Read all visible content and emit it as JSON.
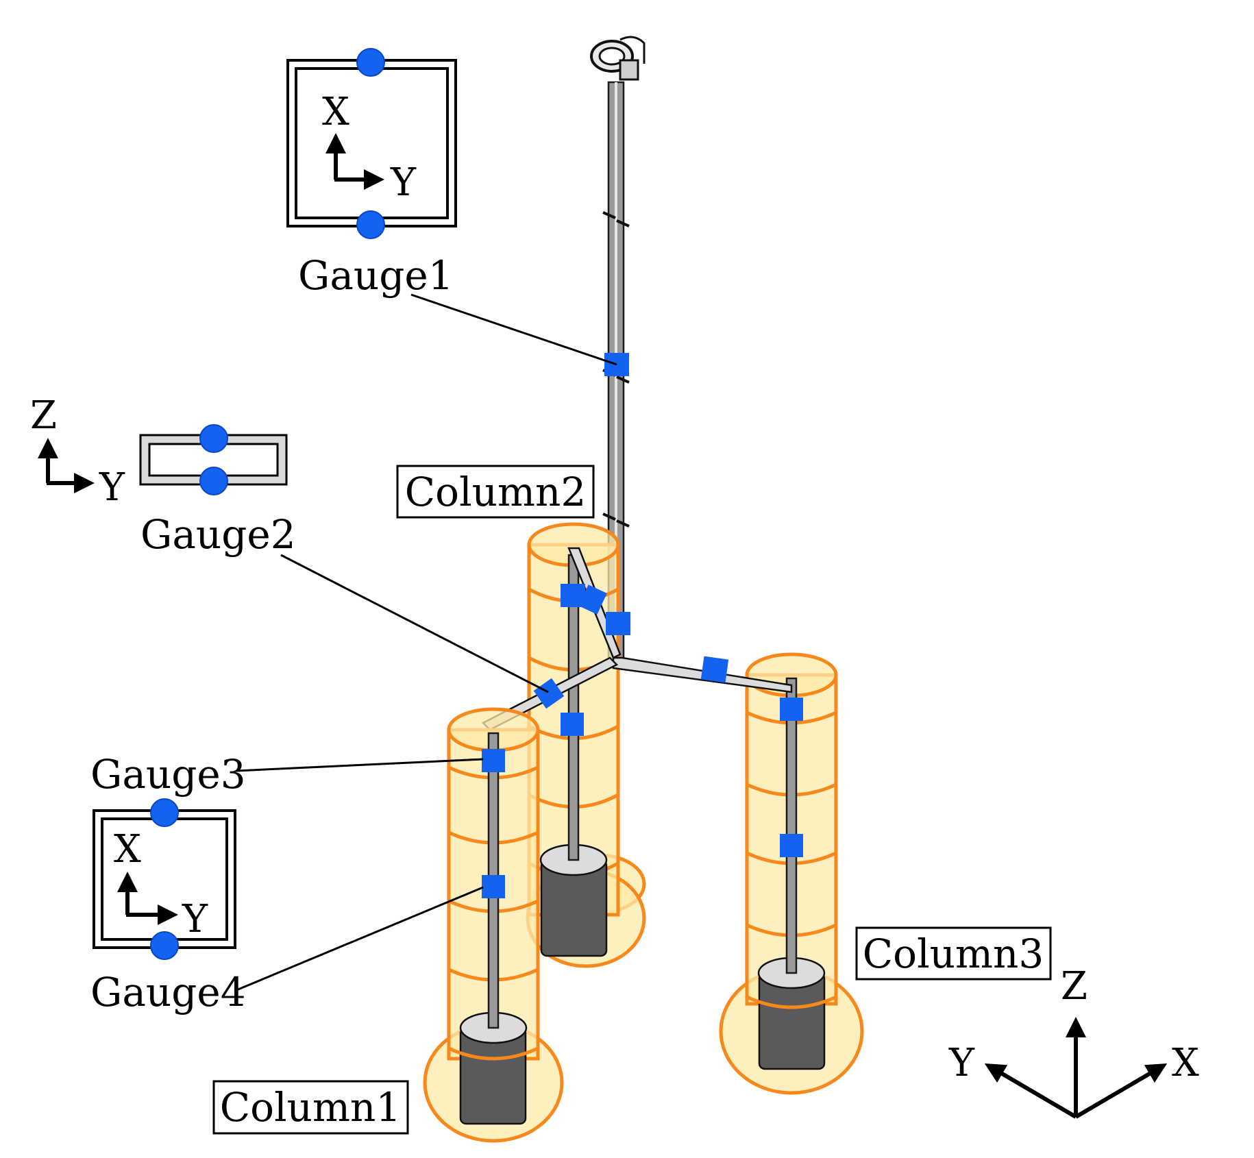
{
  "labels": {
    "gauge1": "Gauge1",
    "gauge2": "Gauge2",
    "gauge3": "Gauge3",
    "gauge4": "Gauge4",
    "column1": "Column1",
    "column2": "Column2",
    "column3": "Column3"
  },
  "insets": {
    "gauge1": {
      "axis_up": "X",
      "axis_right": "Y"
    },
    "gauge2": {
      "axis_up": "Z",
      "axis_right": "Y"
    },
    "gauge34": {
      "axis_up": "X",
      "axis_right": "Y"
    }
  },
  "global_axes": {
    "up": "Z",
    "left": "Y",
    "right": "X"
  },
  "colors": {
    "gauge": "#1463f0",
    "float_fill": "#fde9a8",
    "float_outline": "#f7891c",
    "steel": "#9a9a9a"
  }
}
